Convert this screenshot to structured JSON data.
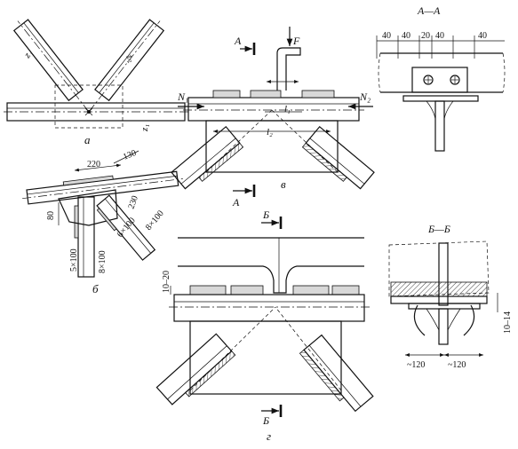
{
  "views": {
    "a": {
      "label": "а",
      "leg1": "z₁",
      "leg2": "z₂",
      "leg3": "z₁"
    },
    "b": {
      "label": "б",
      "dims": [
        "220",
        "130",
        "80",
        "230",
        "5×100",
        "8×100",
        "6×100",
        "8×100"
      ]
    },
    "c": {
      "label": "в",
      "force": "F",
      "n1": "N₁",
      "n2": "N₂",
      "l1": "l₁",
      "l2": "l₂",
      "section_mark": "А"
    },
    "d": {
      "label": "г",
      "section_mark": "Б",
      "weld_dim": "10–20"
    },
    "aa": {
      "title": "А—А",
      "dims": [
        "40",
        "40",
        "20",
        "40",
        "40"
      ]
    },
    "bb": {
      "title": "Б—Б",
      "dims": [
        "~120",
        "~120",
        "10–14"
      ]
    }
  }
}
